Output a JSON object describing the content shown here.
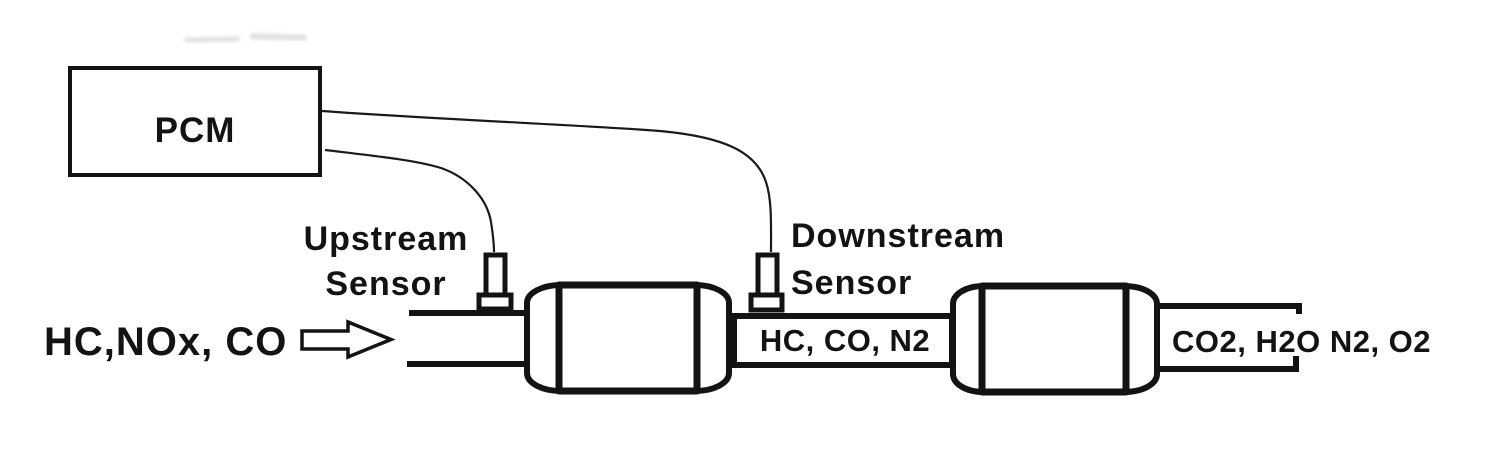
{
  "diagram": {
    "title_context": "Catalytic converter exhaust flow diagram",
    "pcm": {
      "label": "PCM"
    },
    "sensors": {
      "upstream": {
        "label_line1": "Upstream",
        "label_line2": "Sensor"
      },
      "downstream": {
        "label_line1": "Downstream",
        "label_line2": "Sensor"
      }
    },
    "gases": {
      "inlet": "HC,NOx, CO",
      "between_converters": "HC, CO, N2",
      "outlet": "CO2, H2O N2, O2"
    },
    "icons": {
      "flow_arrow": "block-arrow-right"
    },
    "colors": {
      "line": "#131313",
      "background": "#ffffff",
      "smudge": "#d7d7d7"
    }
  }
}
